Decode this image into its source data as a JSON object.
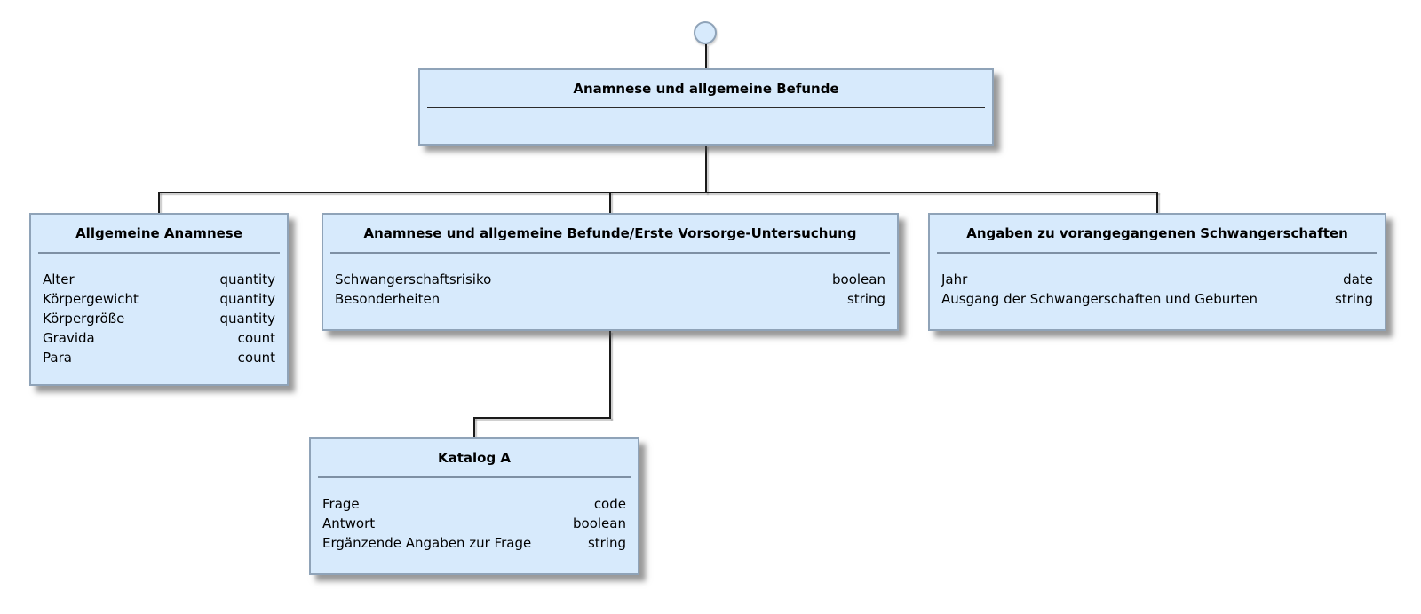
{
  "diagram": {
    "type": "archetype-tree",
    "colors": {
      "box_fill": "#d7eafc",
      "box_border": "#8fa3b8",
      "separator": "#7e90a4",
      "connector": "#1a1a1a",
      "background": "#ffffff",
      "text": "#000000"
    },
    "root_marker": {
      "icon": "root-circle"
    },
    "nodes": [
      {
        "id": "root",
        "title": "Anamnese und allgemeine Befunde",
        "attributes": []
      },
      {
        "id": "allgemeine-anamnese",
        "title": "Allgemeine Anamnese",
        "attributes": [
          {
            "name": "Alter",
            "type": "quantity"
          },
          {
            "name": "Körpergewicht",
            "type": "quantity"
          },
          {
            "name": "Körpergröße",
            "type": "quantity"
          },
          {
            "name": "Gravida",
            "type": "count"
          },
          {
            "name": "Para",
            "type": "count"
          }
        ]
      },
      {
        "id": "erste-vorsorge-untersuchung",
        "title": "Anamnese und allgemeine Befunde/Erste Vorsorge-Untersuchung",
        "attributes": [
          {
            "name": "Schwangerschaftsrisiko",
            "type": "boolean"
          },
          {
            "name": "Besonderheiten",
            "type": "string"
          }
        ]
      },
      {
        "id": "vorangegangene-schwangerschaften",
        "title": "Angaben zu vorangegangenen Schwangerschaften",
        "attributes": [
          {
            "name": "Jahr",
            "type": "date"
          },
          {
            "name": "Ausgang der Schwangerschaften und Geburten",
            "type": "string"
          }
        ]
      },
      {
        "id": "katalog-a",
        "title": "Katalog A",
        "attributes": [
          {
            "name": "Frage",
            "type": "code"
          },
          {
            "name": "Antwort",
            "type": "boolean"
          },
          {
            "name": "Ergänzende Angaben zur Frage",
            "type": "string"
          }
        ]
      }
    ]
  }
}
